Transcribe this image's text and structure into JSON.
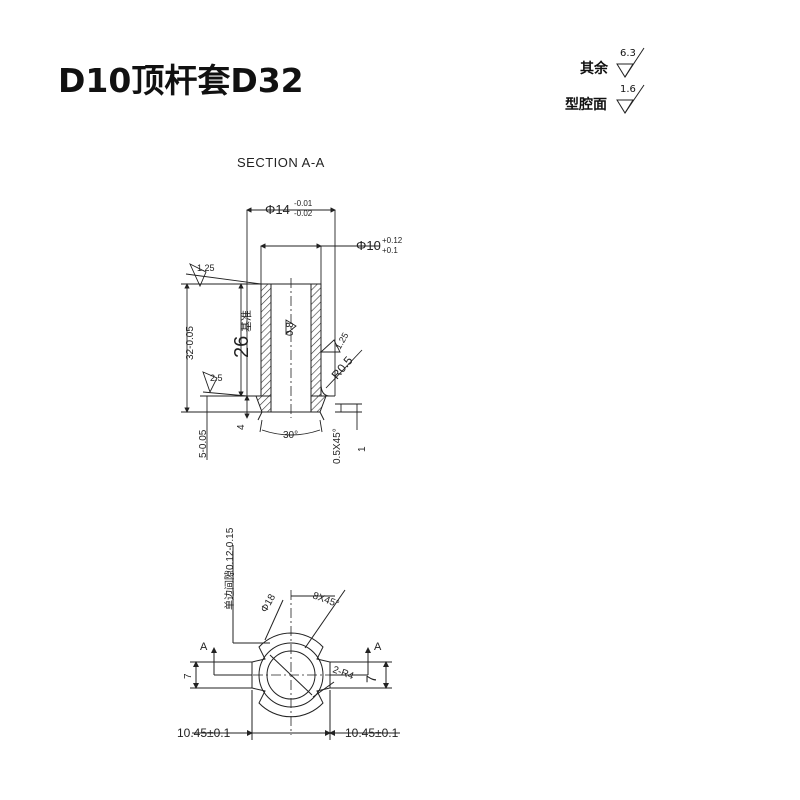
{
  "title": "D10顶杆套D32",
  "surface_legend": [
    {
      "label": "其余",
      "roughness": "6.3"
    },
    {
      "label": "型腔面",
      "roughness": "1.6"
    }
  ],
  "section": {
    "caption": "SECTION A-A",
    "outer_diameter": "Φ14",
    "outer_tol_upper": "-0.01",
    "outer_tol_lower": "-0.02",
    "inner_diameter": "Φ10",
    "inner_tol_upper": "+0.12",
    "inner_tol_lower": "+0.1",
    "rough_top": "1.25",
    "rough_bore": "0.8",
    "rough_side": "1.25",
    "rough_step": "2.5",
    "height_total": "32-0.05",
    "height_bore": "26",
    "height_bore_note": "基准",
    "fillet": "R0.5",
    "head_height": "4",
    "head_total": "5-0.05",
    "angle": "30°",
    "chamfer": "0.5X45°",
    "right_dim": "1"
  },
  "plan": {
    "clearance": "单边间隙0.12-0.15",
    "flat_diameter": "Φ18",
    "chamfer": "8X45°",
    "radius": "2-R4",
    "section_mark_left": "A",
    "section_mark_right": "A",
    "width_left": "7",
    "width_right": "7",
    "offset_left": "10.45±0.1",
    "offset_right": "10.45±0.1"
  }
}
